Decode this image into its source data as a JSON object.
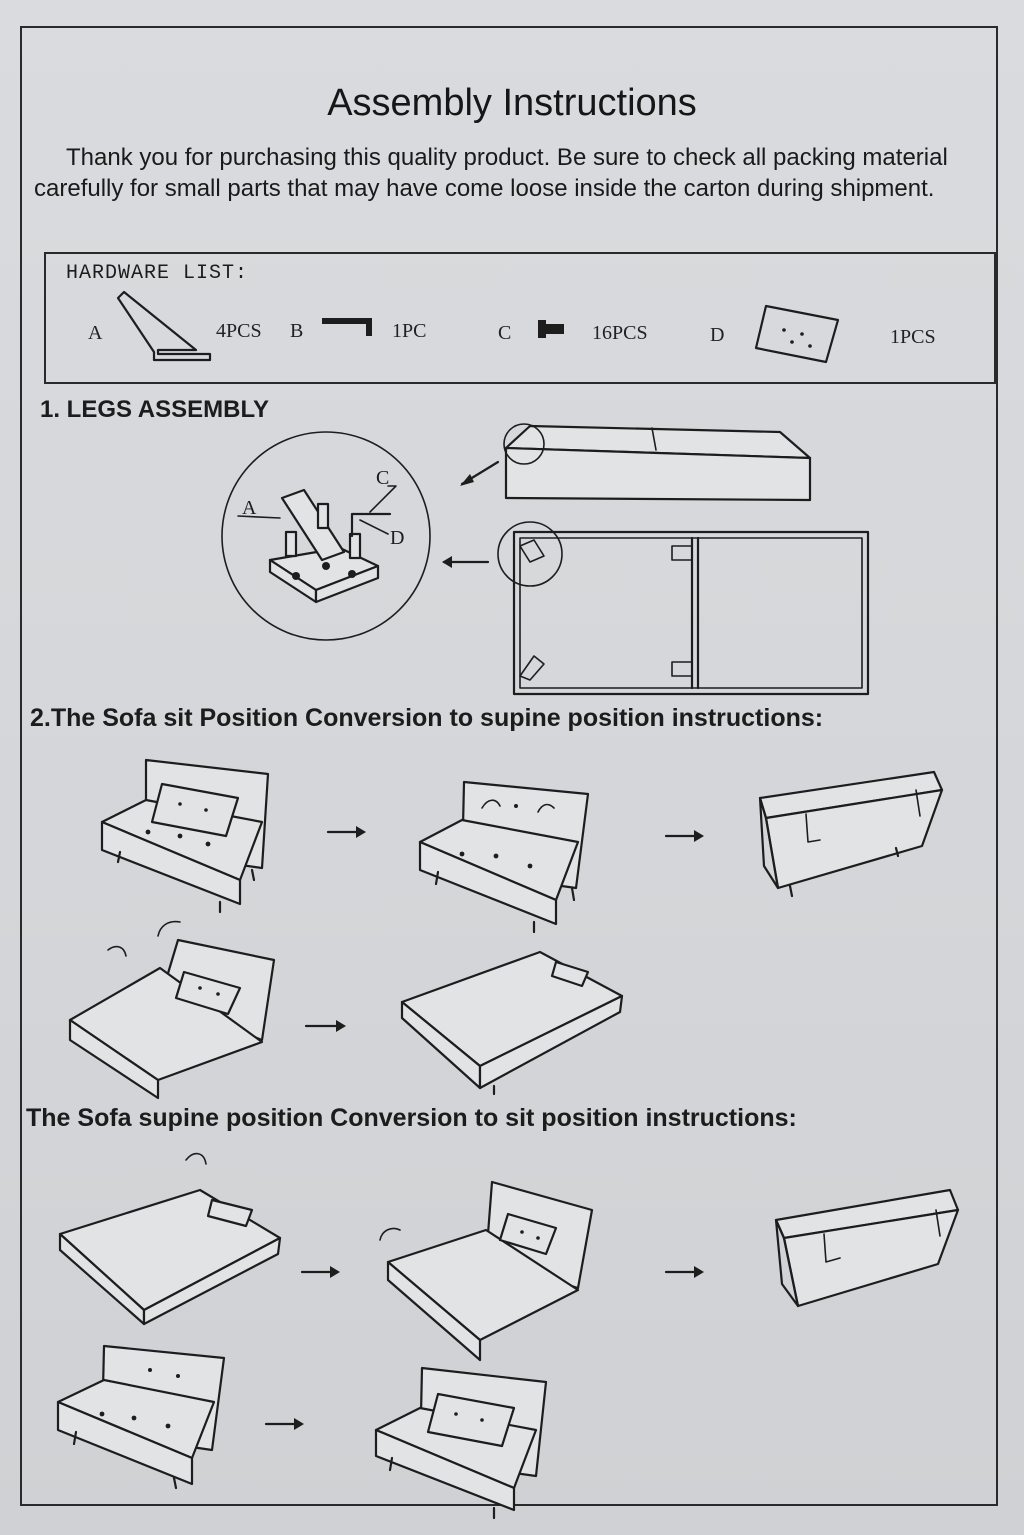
{
  "title": "Assembly Instructions",
  "intro": "Thank you for purchasing this quality product. Be sure to check all packing material carefully for small parts that may have come loose inside the carton during shipment.",
  "hardware": {
    "title": "HARDWARE  LIST:",
    "items": [
      {
        "letter": "A",
        "qty": "4PCS"
      },
      {
        "letter": "B",
        "qty": "1PC"
      },
      {
        "letter": "C",
        "qty": "16PCS"
      },
      {
        "letter": "D",
        "qty": "1PCS"
      }
    ]
  },
  "sections": {
    "legs": "1. LEGS  ASSEMBLY",
    "sit_to_supine": "2.The  Sofa sit Position Conversion to supine position  instructions:",
    "supine_to_sit": "The  Sofa supine position Conversion to sit position instructions:"
  },
  "diagram_labels": {
    "a": "A",
    "c": "C",
    "d": "D"
  }
}
